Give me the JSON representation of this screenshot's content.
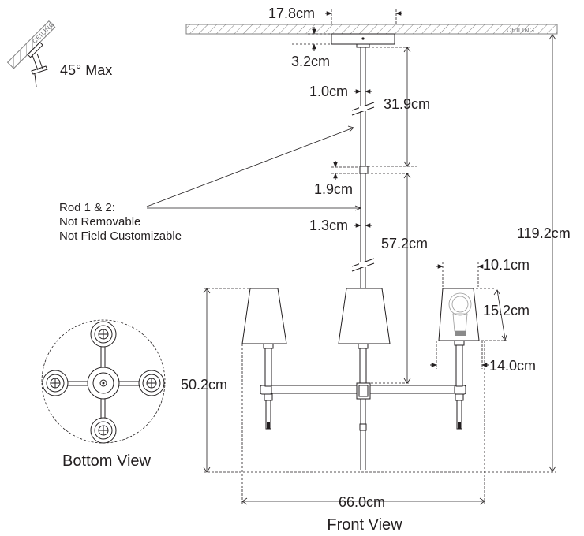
{
  "ceiling_label": "CEILING",
  "tilt_label": "45° Max",
  "dims": {
    "canopy_width": "17.8cm",
    "canopy_height": "3.2cm",
    "rod1_diameter": "1.0cm",
    "rod1_length": "31.9cm",
    "coupler": "1.9cm",
    "rod2_diameter": "1.3cm",
    "rod2_length": "57.2cm",
    "shade_top": "10.1cm",
    "shade_height": "15.2cm",
    "shade_bottom": "14.0cm",
    "overall_height": "119.2cm",
    "fixture_height": "50.2cm",
    "overall_width": "66.0cm"
  },
  "rod_note": [
    "Rod 1 & 2:",
    "Not Removable",
    "Not Field Customizable"
  ],
  "views": {
    "bottom": "Bottom View",
    "front": "Front View"
  }
}
